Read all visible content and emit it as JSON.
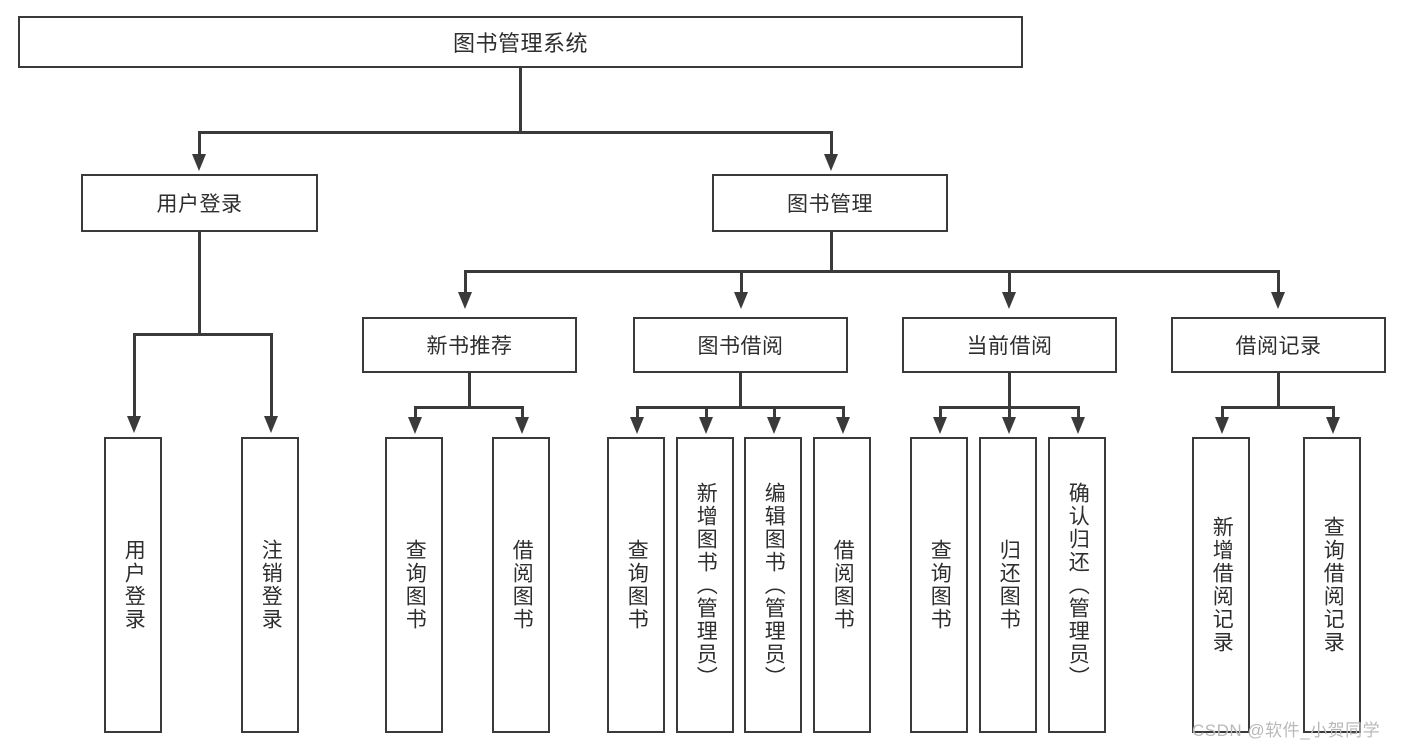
{
  "diagram": {
    "title": "图书管理系统",
    "type": "hierarchy-tree",
    "root": {
      "label": "图书管理系统"
    },
    "level1": [
      {
        "label": "用户登录"
      },
      {
        "label": "图书管理"
      }
    ],
    "level2": [
      {
        "label": "新书推荐"
      },
      {
        "label": "图书借阅"
      },
      {
        "label": "当前借阅"
      },
      {
        "label": "借阅记录"
      }
    ],
    "leaves": {
      "user_login": [
        {
          "label": "用户登录"
        },
        {
          "label": "注销登录"
        }
      ],
      "new_book_recommend": [
        {
          "label": "查询图书"
        },
        {
          "label": "借阅图书"
        }
      ],
      "book_borrow": [
        {
          "label": "查询图书"
        },
        {
          "label": "新增图书（管理员）"
        },
        {
          "label": "编辑图书（管理员）"
        },
        {
          "label": "借阅图书"
        }
      ],
      "current_borrow": [
        {
          "label": "查询图书"
        },
        {
          "label": "归还图书"
        },
        {
          "label": "确认归还（管理员）"
        }
      ],
      "borrow_record": [
        {
          "label": "新增借阅记录"
        },
        {
          "label": "查询借阅记录"
        }
      ]
    }
  },
  "watermark": {
    "text": "CSDN @软件_小贺同学"
  },
  "colors": {
    "stroke": "#3a3a3a",
    "text": "#2e2e2e",
    "background": "#ffffff",
    "watermark": "#b9b9b9"
  }
}
